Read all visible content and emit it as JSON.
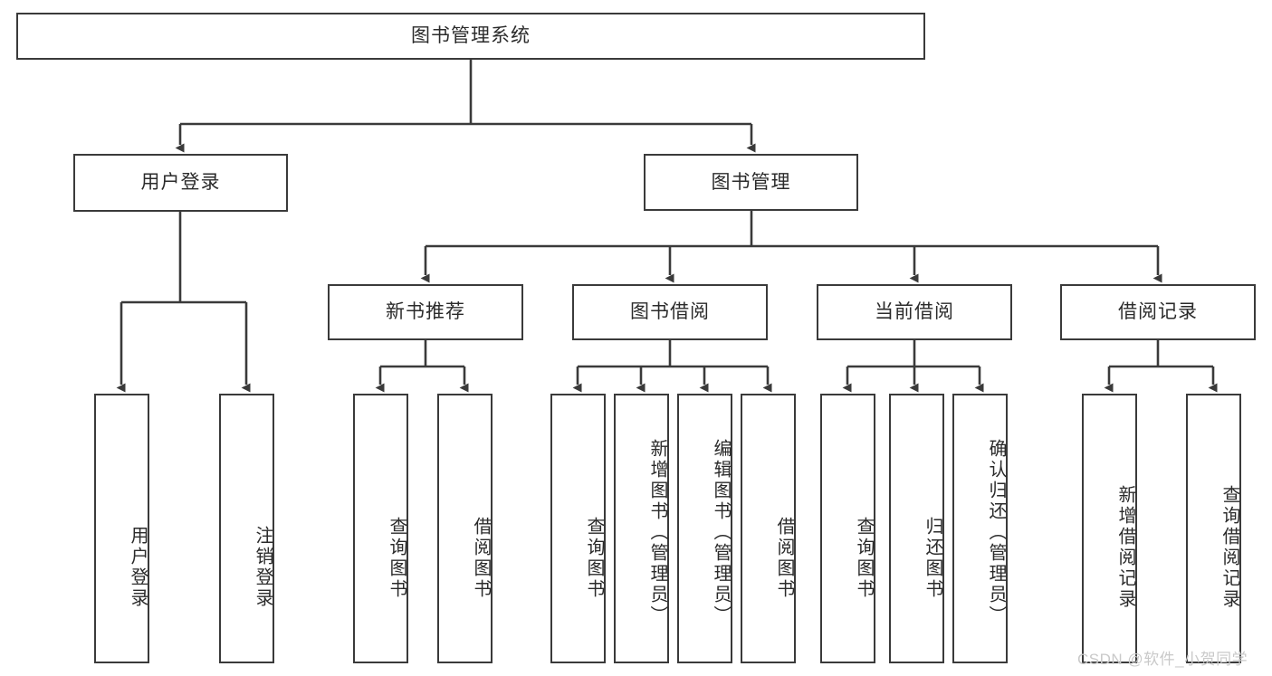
{
  "diagram": {
    "title": "图书管理系统",
    "type": "hierarchy-tree",
    "root": {
      "label": "图书管理系统"
    },
    "level2": [
      {
        "label": "用户登录"
      },
      {
        "label": "图书管理"
      }
    ],
    "level3": [
      {
        "label": "新书推荐"
      },
      {
        "label": "图书借阅"
      },
      {
        "label": "当前借阅"
      },
      {
        "label": "借阅记录"
      }
    ],
    "leaves": {
      "user_login": [
        {
          "label": "用户登录"
        },
        {
          "label": "注销登录"
        }
      ],
      "new_book_recommend": [
        {
          "label": "查询图书"
        },
        {
          "label": "借阅图书"
        }
      ],
      "book_borrow": [
        {
          "label": "查询图书"
        },
        {
          "label": "新增图书（管理员）"
        },
        {
          "label": "编辑图书（管理员）"
        },
        {
          "label": "借阅图书"
        }
      ],
      "current_borrow": [
        {
          "label": "查询图书"
        },
        {
          "label": "归还图书"
        },
        {
          "label": "确认归还（管理员）"
        }
      ],
      "borrow_record": [
        {
          "label": "新增借阅记录"
        },
        {
          "label": "查询借阅记录"
        }
      ]
    }
  },
  "watermark": {
    "text": "CSDN @软件_小贺同学"
  },
  "colors": {
    "stroke": "#3a3a3a",
    "fill": "#ffffff",
    "text": "#2b2b2b",
    "watermark": "#c9c9c9"
  }
}
